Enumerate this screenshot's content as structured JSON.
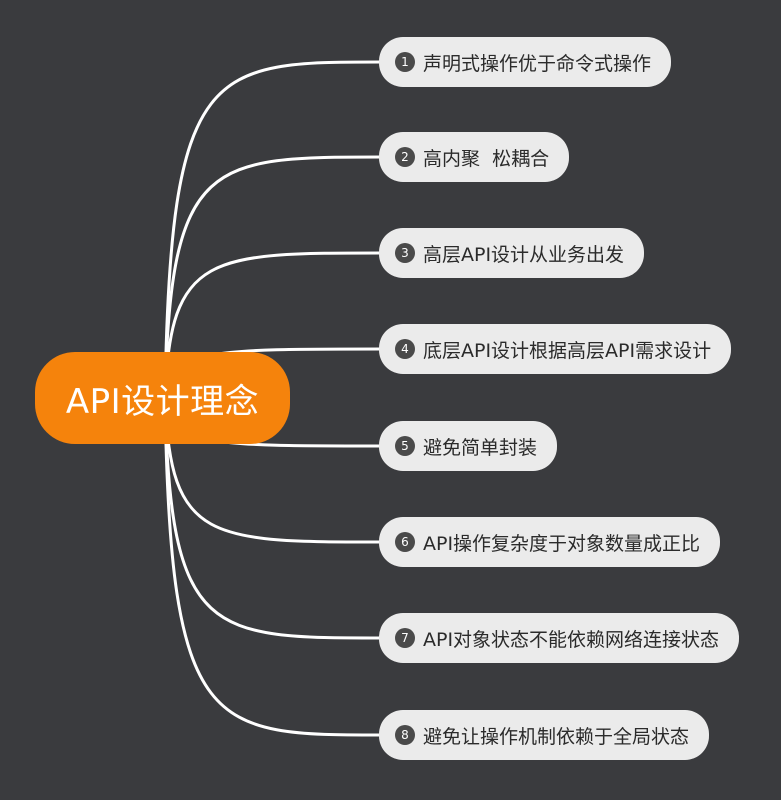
{
  "colors": {
    "background": "#3a3b3e",
    "root": "#f5830c",
    "node": "#ebebeb",
    "edge": "#ffffff",
    "number_badge": "#4a4a4a"
  },
  "root": {
    "label": "API设计理念"
  },
  "branches": [
    {
      "number": "1",
      "label": "声明式操作优于命令式操作"
    },
    {
      "number": "2",
      "label": "高内聚  松耦合"
    },
    {
      "number": "3",
      "label": "高层API设计从业务出发"
    },
    {
      "number": "4",
      "label": "底层API设计根据高层API需求设计"
    },
    {
      "number": "5",
      "label": "避免简单封装"
    },
    {
      "number": "6",
      "label": "API操作复杂度于对象数量成正比"
    },
    {
      "number": "7",
      "label": "API对象状态不能依赖网络连接状态"
    },
    {
      "number": "8",
      "label": "避免让操作机制依赖于全局状态"
    }
  ]
}
